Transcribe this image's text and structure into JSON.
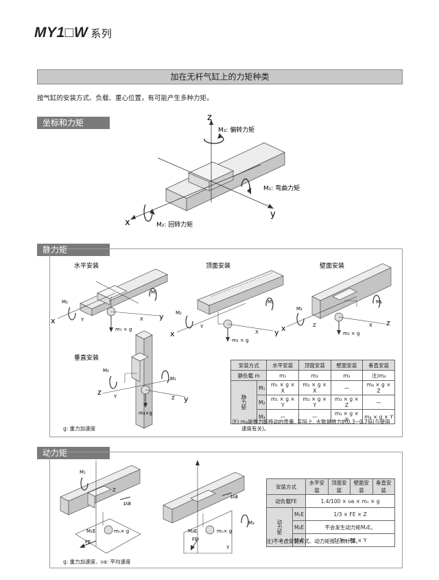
{
  "header": {
    "series_title": "MY1□W",
    "series_suffix": "系列"
  },
  "banner": "加在无杆气缸上的力矩种类",
  "intro": "按气缸的安装方式、负载、重心位置，有可能产生多种力矩。",
  "coord_section": {
    "tab": "坐标和力矩",
    "axis_z": "z",
    "axis_x": "x",
    "axis_y": "y",
    "m3": "M₃: 偏转力矩",
    "m1": "M₁: 弯曲力矩",
    "m2": "M₂: 回转力矩"
  },
  "static_section": {
    "tab": "静力矩",
    "horizontal": "水平安装",
    "ceiling": "顶面安装",
    "wall": "壁面安装",
    "vertical": "垂直安装",
    "lbl_m1": "M₁",
    "lbl_m2": "M₂",
    "lbl_m3": "M₃",
    "lbl_x": "x",
    "lbl_y": "y",
    "lbl_z": "z",
    "lbl_X": "X",
    "lbl_Y": "Y",
    "lbl_Z": "Z",
    "load_m1g": "m₁ × g",
    "load_m2g": "m₂ × g",
    "load_m3g": "m₃ × g",
    "load_m4g": "m₄×g",
    "g_note": "g: 重力加速度",
    "table": {
      "headers": [
        "安装方式",
        "水平安装",
        "顶面安装",
        "壁面安装",
        "垂直安装"
      ],
      "load_row": [
        "静负载 m",
        "m₁",
        "m₂",
        "m₃",
        "注)m₄"
      ],
      "moment_label": "静力矩",
      "rows": [
        [
          "M₁",
          "m₁ × g × X",
          "m₂ × g × X",
          "—",
          "m₄ × g × Z"
        ],
        [
          "M₂",
          "m₁ × g × Y",
          "m₂ × g × Y",
          "m₃ × g × Z",
          "—"
        ],
        [
          "M₃",
          "—",
          "—",
          "m₃ × g × X",
          "m₄ × g × Y"
        ]
      ],
      "note_line1": "注) m₄是推力能移动的质量. 实际上, 大致是推力的0.3~0.7倍(与使用",
      "note_line2": "速度有关)。"
    }
  },
  "dynamic_section": {
    "tab": "动力矩",
    "lbl_m1": "M₁",
    "lbl_m3": "M₃",
    "lbl_z": "Z",
    "lbl_y": "Y",
    "lbl_va": "υa",
    "lbl_m1e": "M₁E",
    "lbl_m3e": "M₃E",
    "lbl_fe": "FE",
    "lbl_mng": "mₙ× g",
    "g_note": "g: 重力加速度、υa: 平均速度",
    "table": {
      "headers": [
        "安装方式",
        "水平安装",
        "顶面安装",
        "壁面安装",
        "垂直安装"
      ],
      "load_label": "动负载FE",
      "load_formula": "1.4/100 × υa × mₙ × g",
      "moment_label": "动力矩",
      "rows": [
        [
          "M₁E",
          "1/3 × FE × Z"
        ],
        [
          "M₂E",
          "不会发生动力矩M₂E。"
        ],
        [
          "M₃E",
          "1/3 × FE × Y"
        ]
      ],
      "note": "注)不考虑安装方式、动力矩按上表计算。"
    }
  }
}
